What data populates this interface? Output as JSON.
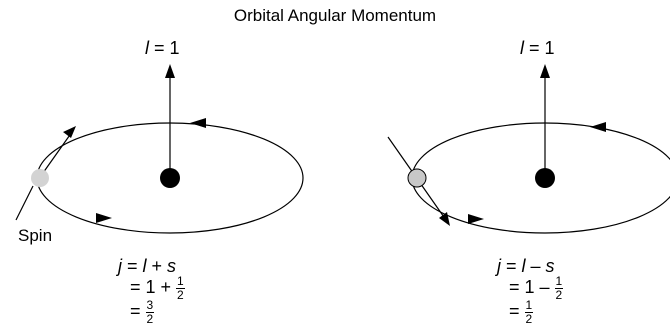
{
  "title": "Orbital Angular Momentum",
  "left": {
    "l_symbol": "l",
    "l_value": "= 1",
    "spin_label": "Spin",
    "eq_line1_j": "j",
    "eq_line1_mid": " = ",
    "eq_line1_l": "l",
    "eq_line1_op": " + ",
    "eq_line1_s": "s",
    "eq_line2": "= 1 + ",
    "eq_line2_frac_num": "1",
    "eq_line2_frac_den": "2",
    "eq_line3": "= ",
    "eq_line3_frac_num": "3",
    "eq_line3_frac_den": "2"
  },
  "right": {
    "l_symbol": "l",
    "l_value": "= 1",
    "eq_line1_j": "j",
    "eq_line1_mid": " = ",
    "eq_line1_l": "l",
    "eq_line1_op": " – ",
    "eq_line1_s": "s",
    "eq_line2": "= 1 – ",
    "eq_line2_frac_num": "1",
    "eq_line2_frac_den": "2",
    "eq_line3": "= ",
    "eq_line3_frac_num": "1",
    "eq_line3_frac_den": "2"
  },
  "colors": {
    "stroke": "#000000",
    "nucleus": "#000000",
    "spin_left": "#d3d3d3",
    "spin_right": "#c8c8c8"
  }
}
